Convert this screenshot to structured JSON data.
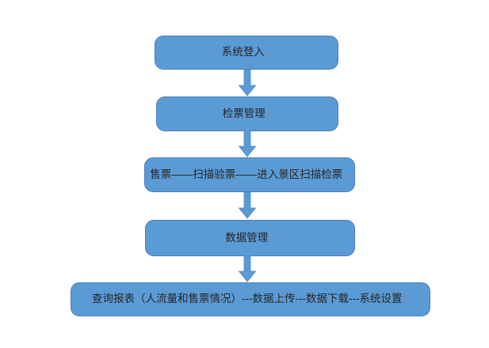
{
  "colors": {
    "node_fill": "#5b9bd5",
    "node_border": "#4a7ebb",
    "arrow_fill": "#5b9bd5",
    "arrow_border": "#4f86c0",
    "text": "#262626",
    "mark": "#8c8c8c",
    "background": "#ffffff"
  },
  "flowchart": {
    "direction": "top-down",
    "line_break_mark": "↵",
    "nodes": [
      {
        "label": "系统登入"
      },
      {
        "label": "检票管理"
      },
      {
        "label": "售票——扫描验票——进入景区扫描检票"
      },
      {
        "label": "数据管理"
      },
      {
        "label": "查询报表（人流量和售票情况）---数据上传---数据下载---系统设置"
      }
    ]
  }
}
